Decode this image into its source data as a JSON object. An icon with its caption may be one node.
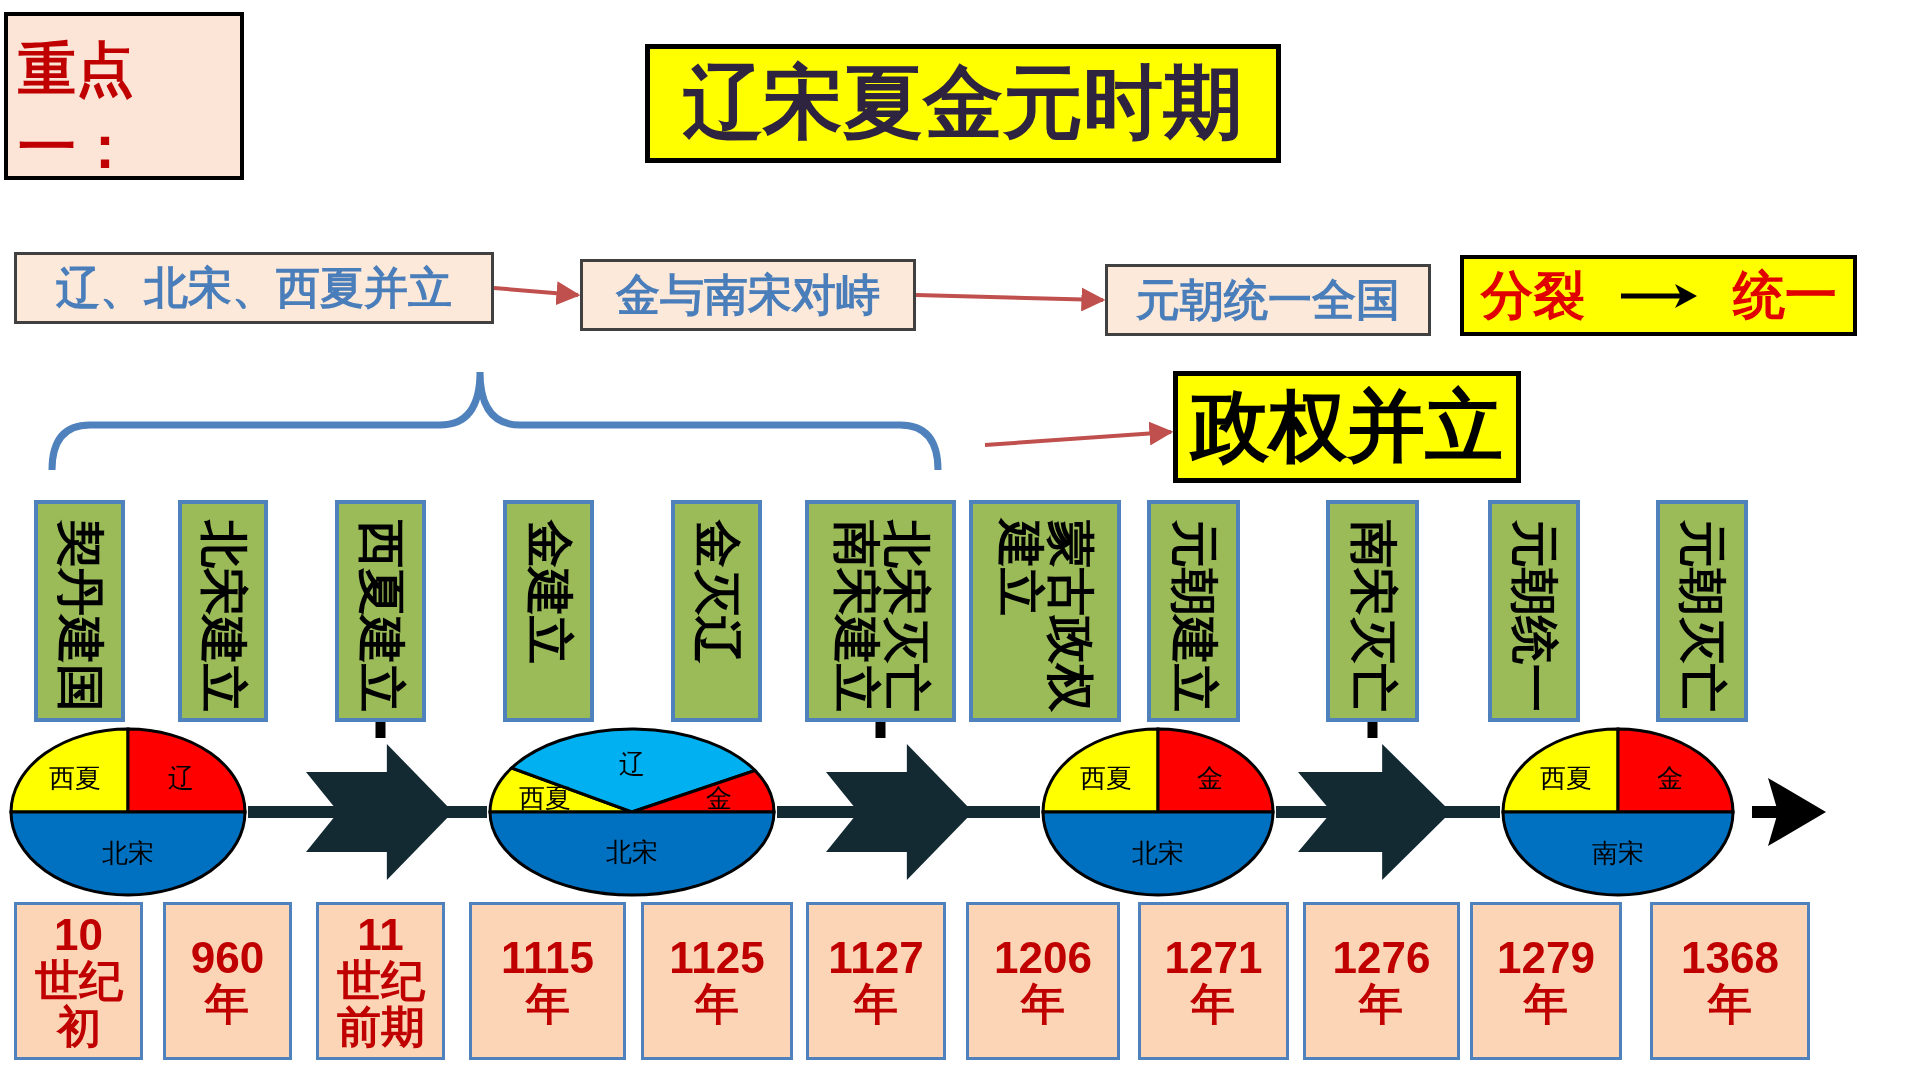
{
  "diagram": {
    "title": "辽宋夏金元时期",
    "nodes": [
      {
        "text": [
          "重点一："
        ]
      },
      {
        "text": [
          "辽、北宋、西夏并立"
        ]
      },
      {
        "text": [
          "金与南宋对峙"
        ]
      },
      {
        "text": [
          "元朝统一全国"
        ]
      },
      {
        "text": [
          "分裂",
          "统一"
        ]
      },
      {
        "text": [
          "政权并立"
        ]
      },
      {
        "text": [
          "契丹建国"
        ]
      },
      {
        "text": [
          "北宋建立"
        ]
      },
      {
        "text": [
          "西夏建立"
        ]
      },
      {
        "text": [
          "金建立"
        ]
      },
      {
        "text": [
          "金灭辽"
        ]
      },
      {
        "text": [
          "北宋灭亡南宋建立"
        ]
      },
      {
        "text": [
          "蒙古政权建立"
        ]
      },
      {
        "text": [
          "元朝建立"
        ]
      },
      {
        "text": [
          "南宋灭亡"
        ]
      },
      {
        "text": [
          "元朝统一"
        ]
      },
      {
        "text": [
          "元朝灭亡"
        ]
      },
      {
        "text": [
          "10世纪初"
        ]
      },
      {
        "text": [
          "960年"
        ]
      },
      {
        "text": [
          "11世纪前期"
        ]
      },
      {
        "text": [
          "1115年"
        ]
      },
      {
        "text": [
          "1125年"
        ]
      },
      {
        "text": [
          "1127年"
        ]
      },
      {
        "text": [
          "1206年"
        ]
      },
      {
        "text": [
          "1271年"
        ]
      },
      {
        "text": [
          "1276年"
        ]
      },
      {
        "text": [
          "1279年"
        ]
      },
      {
        "text": [
          "1368年"
        ]
      },
      {
        "text": [
          "西夏",
          "辽",
          "北宋"
        ]
      },
      {
        "text": [
          "西夏",
          "辽",
          "金",
          "北宋"
        ]
      },
      {
        "text": [
          "西夏",
          "金",
          "北宋"
        ]
      },
      {
        "text": [
          "西夏",
          "金",
          "南宋"
        ]
      }
    ],
    "edges": [
      {
        "from": 1,
        "to": 2,
        "arrow": "to"
      },
      {
        "from": 2,
        "to": 3,
        "arrow": "to"
      },
      {
        "from": null,
        "to": 5,
        "arrow": "to"
      },
      {
        "from": 28,
        "to": 29,
        "arrow": "to"
      },
      {
        "from": 29,
        "to": 30,
        "arrow": "to"
      },
      {
        "from": 30,
        "to": 31,
        "arrow": "to"
      }
    ]
  }
}
